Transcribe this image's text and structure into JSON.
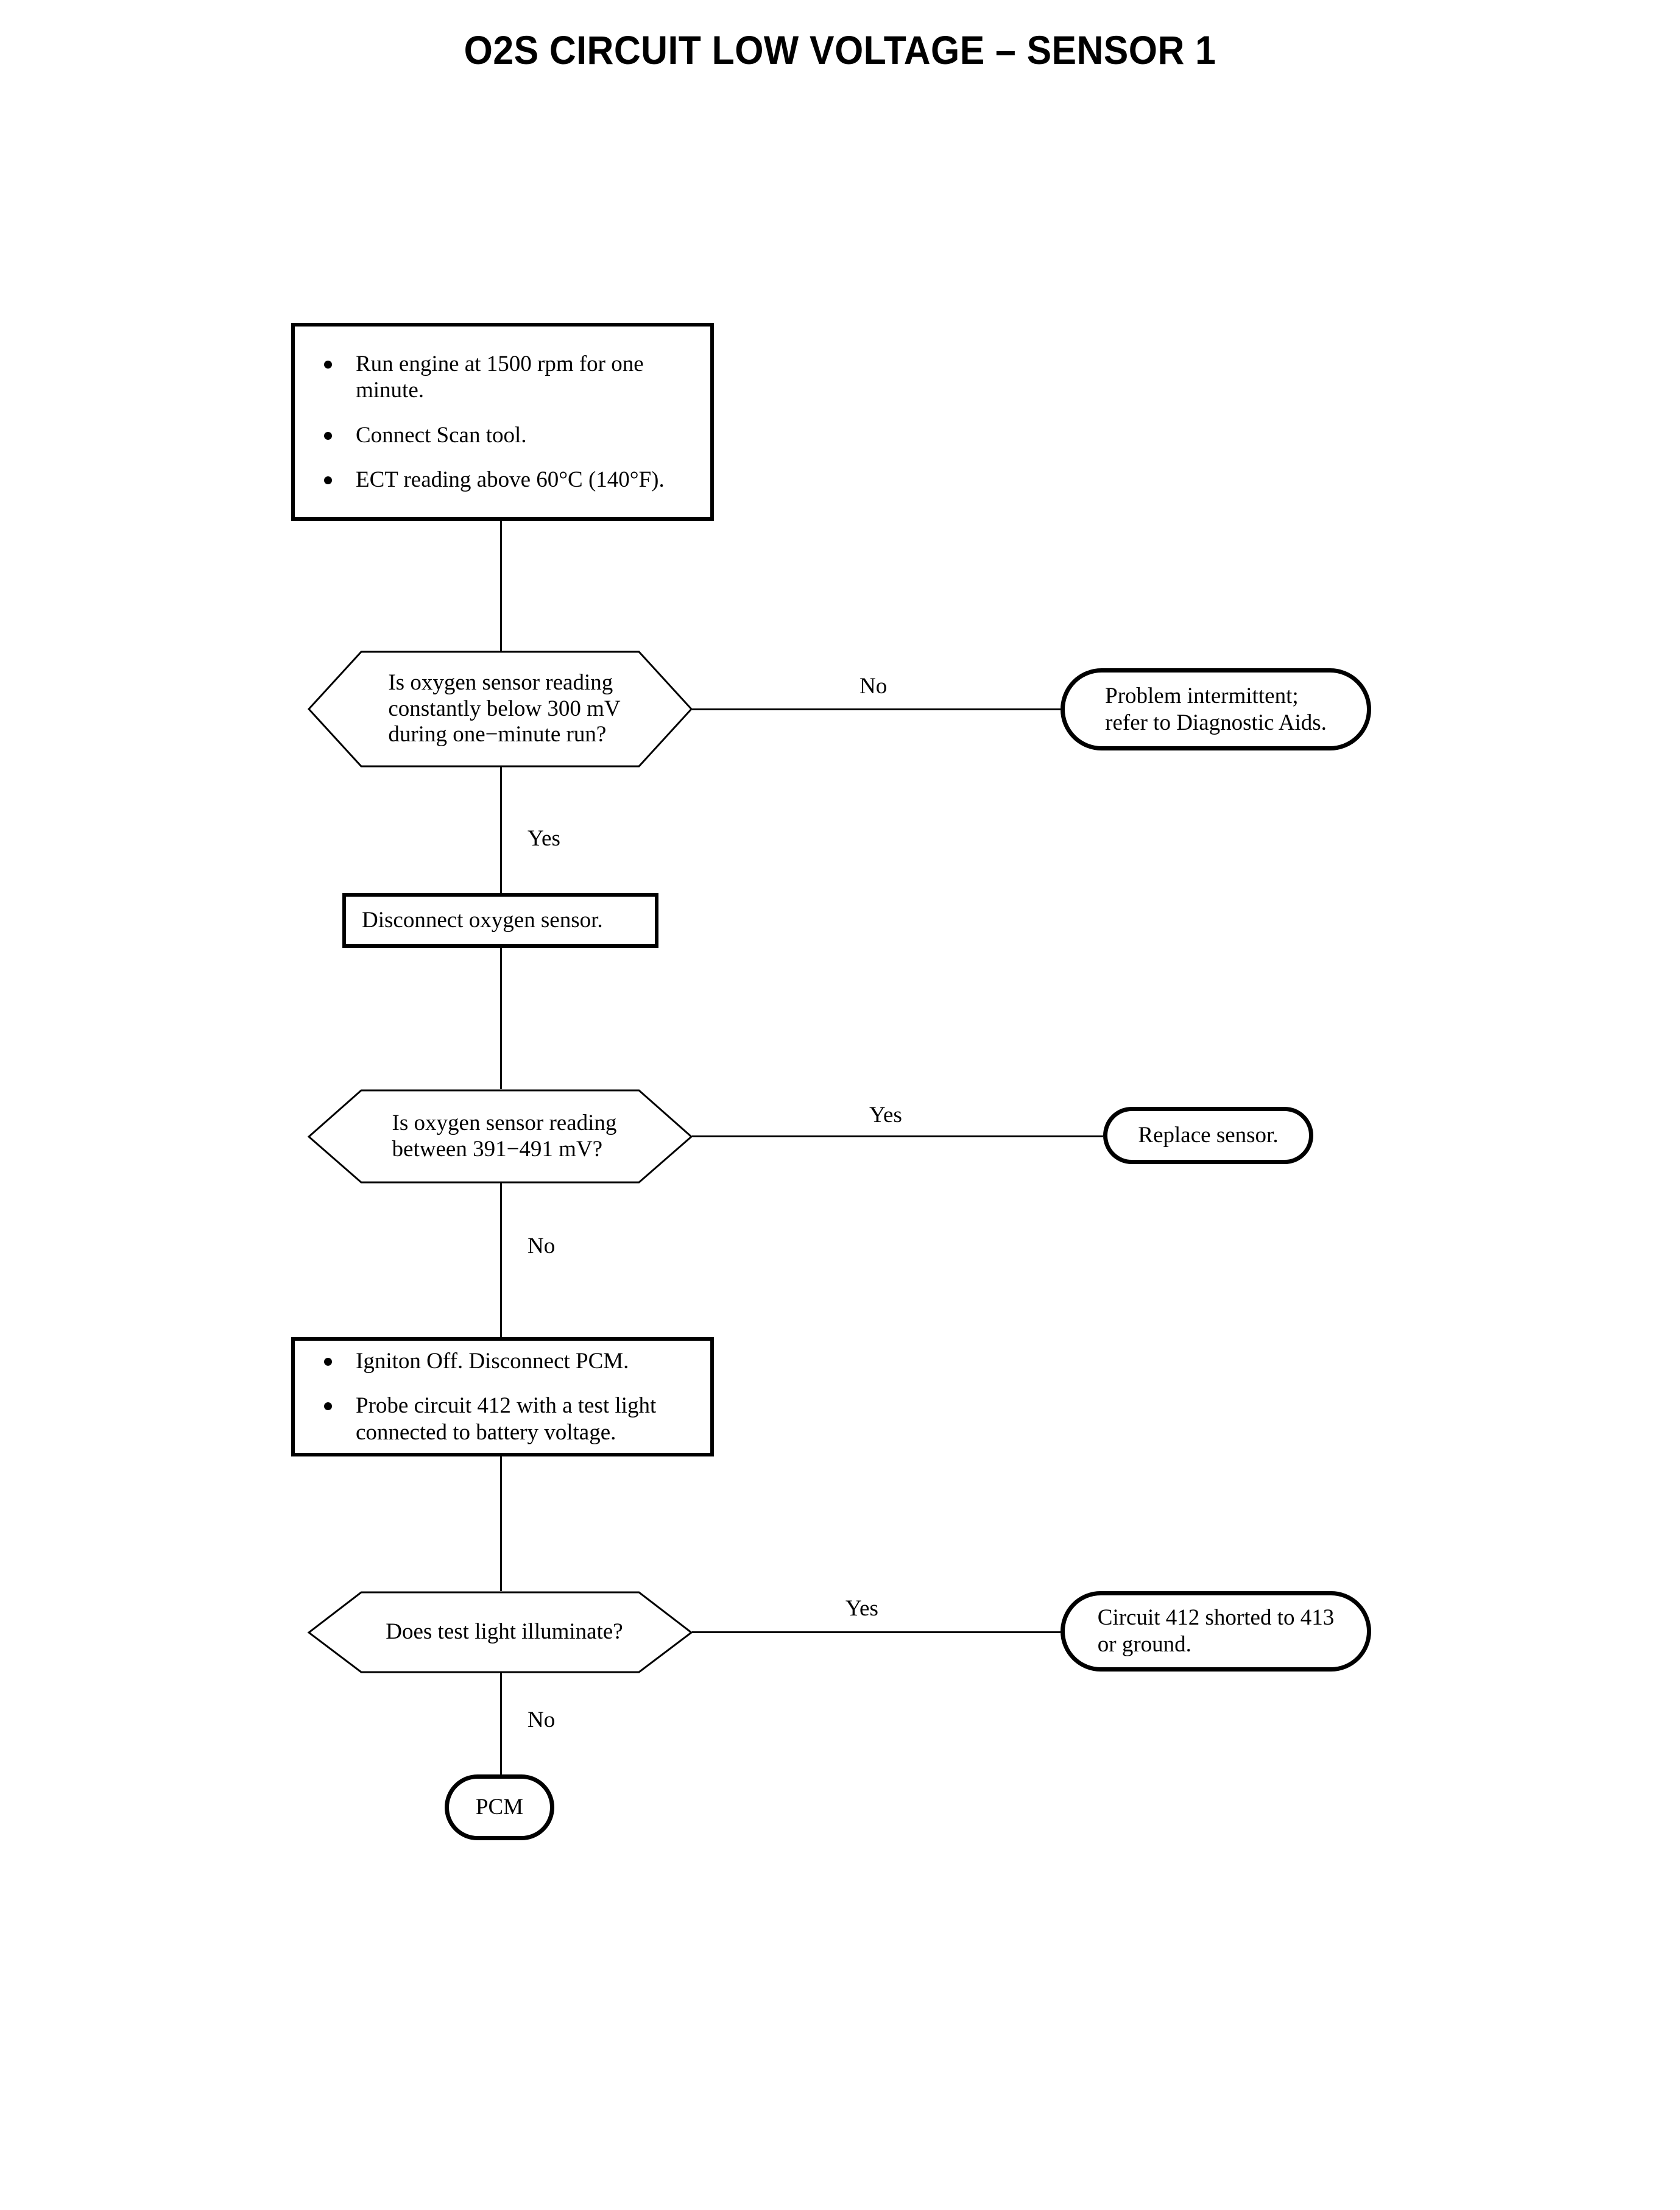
{
  "title": "O2S CIRCUIT LOW VOLTAGE – SENSOR 1",
  "nodes": {
    "step1": {
      "type": "process",
      "bullets": [
        "Run engine at 1500 rpm for one minute.",
        "Connect Scan tool.",
        "ECT reading above 60°C (140°F)."
      ]
    },
    "decision1": {
      "type": "decision",
      "line1": "Is oxygen sensor reading",
      "line2": "constantly below 300 mV",
      "line3": "during one−minute run?"
    },
    "result1": {
      "type": "terminator",
      "line1": "Problem intermittent;",
      "line2": "refer to Diagnostic Aids."
    },
    "step2": {
      "type": "process",
      "text": "Disconnect oxygen sensor."
    },
    "decision2": {
      "type": "decision",
      "line1": "Is oxygen sensor reading",
      "line2": "between 391−491 mV?"
    },
    "result2": {
      "type": "terminator",
      "line1": "Replace sensor."
    },
    "step3": {
      "type": "process",
      "bullets": [
        "Igniton Off. Disconnect PCM.",
        "Probe circuit 412 with a test light connected to battery voltage."
      ]
    },
    "decision3": {
      "type": "decision",
      "line1": "Does test light illuminate?"
    },
    "result3": {
      "type": "terminator",
      "line1": "Circuit 412 shorted to 413",
      "line2": "or ground."
    },
    "result4": {
      "type": "terminator",
      "line1": "PCM"
    }
  },
  "edges": {
    "d1_no": "No",
    "d1_yes": "Yes",
    "d2_yes": "Yes",
    "d2_no": "No",
    "d3_yes": "Yes",
    "d3_no": "No"
  },
  "colors": {
    "stroke": "#000000",
    "background": "#ffffff"
  }
}
